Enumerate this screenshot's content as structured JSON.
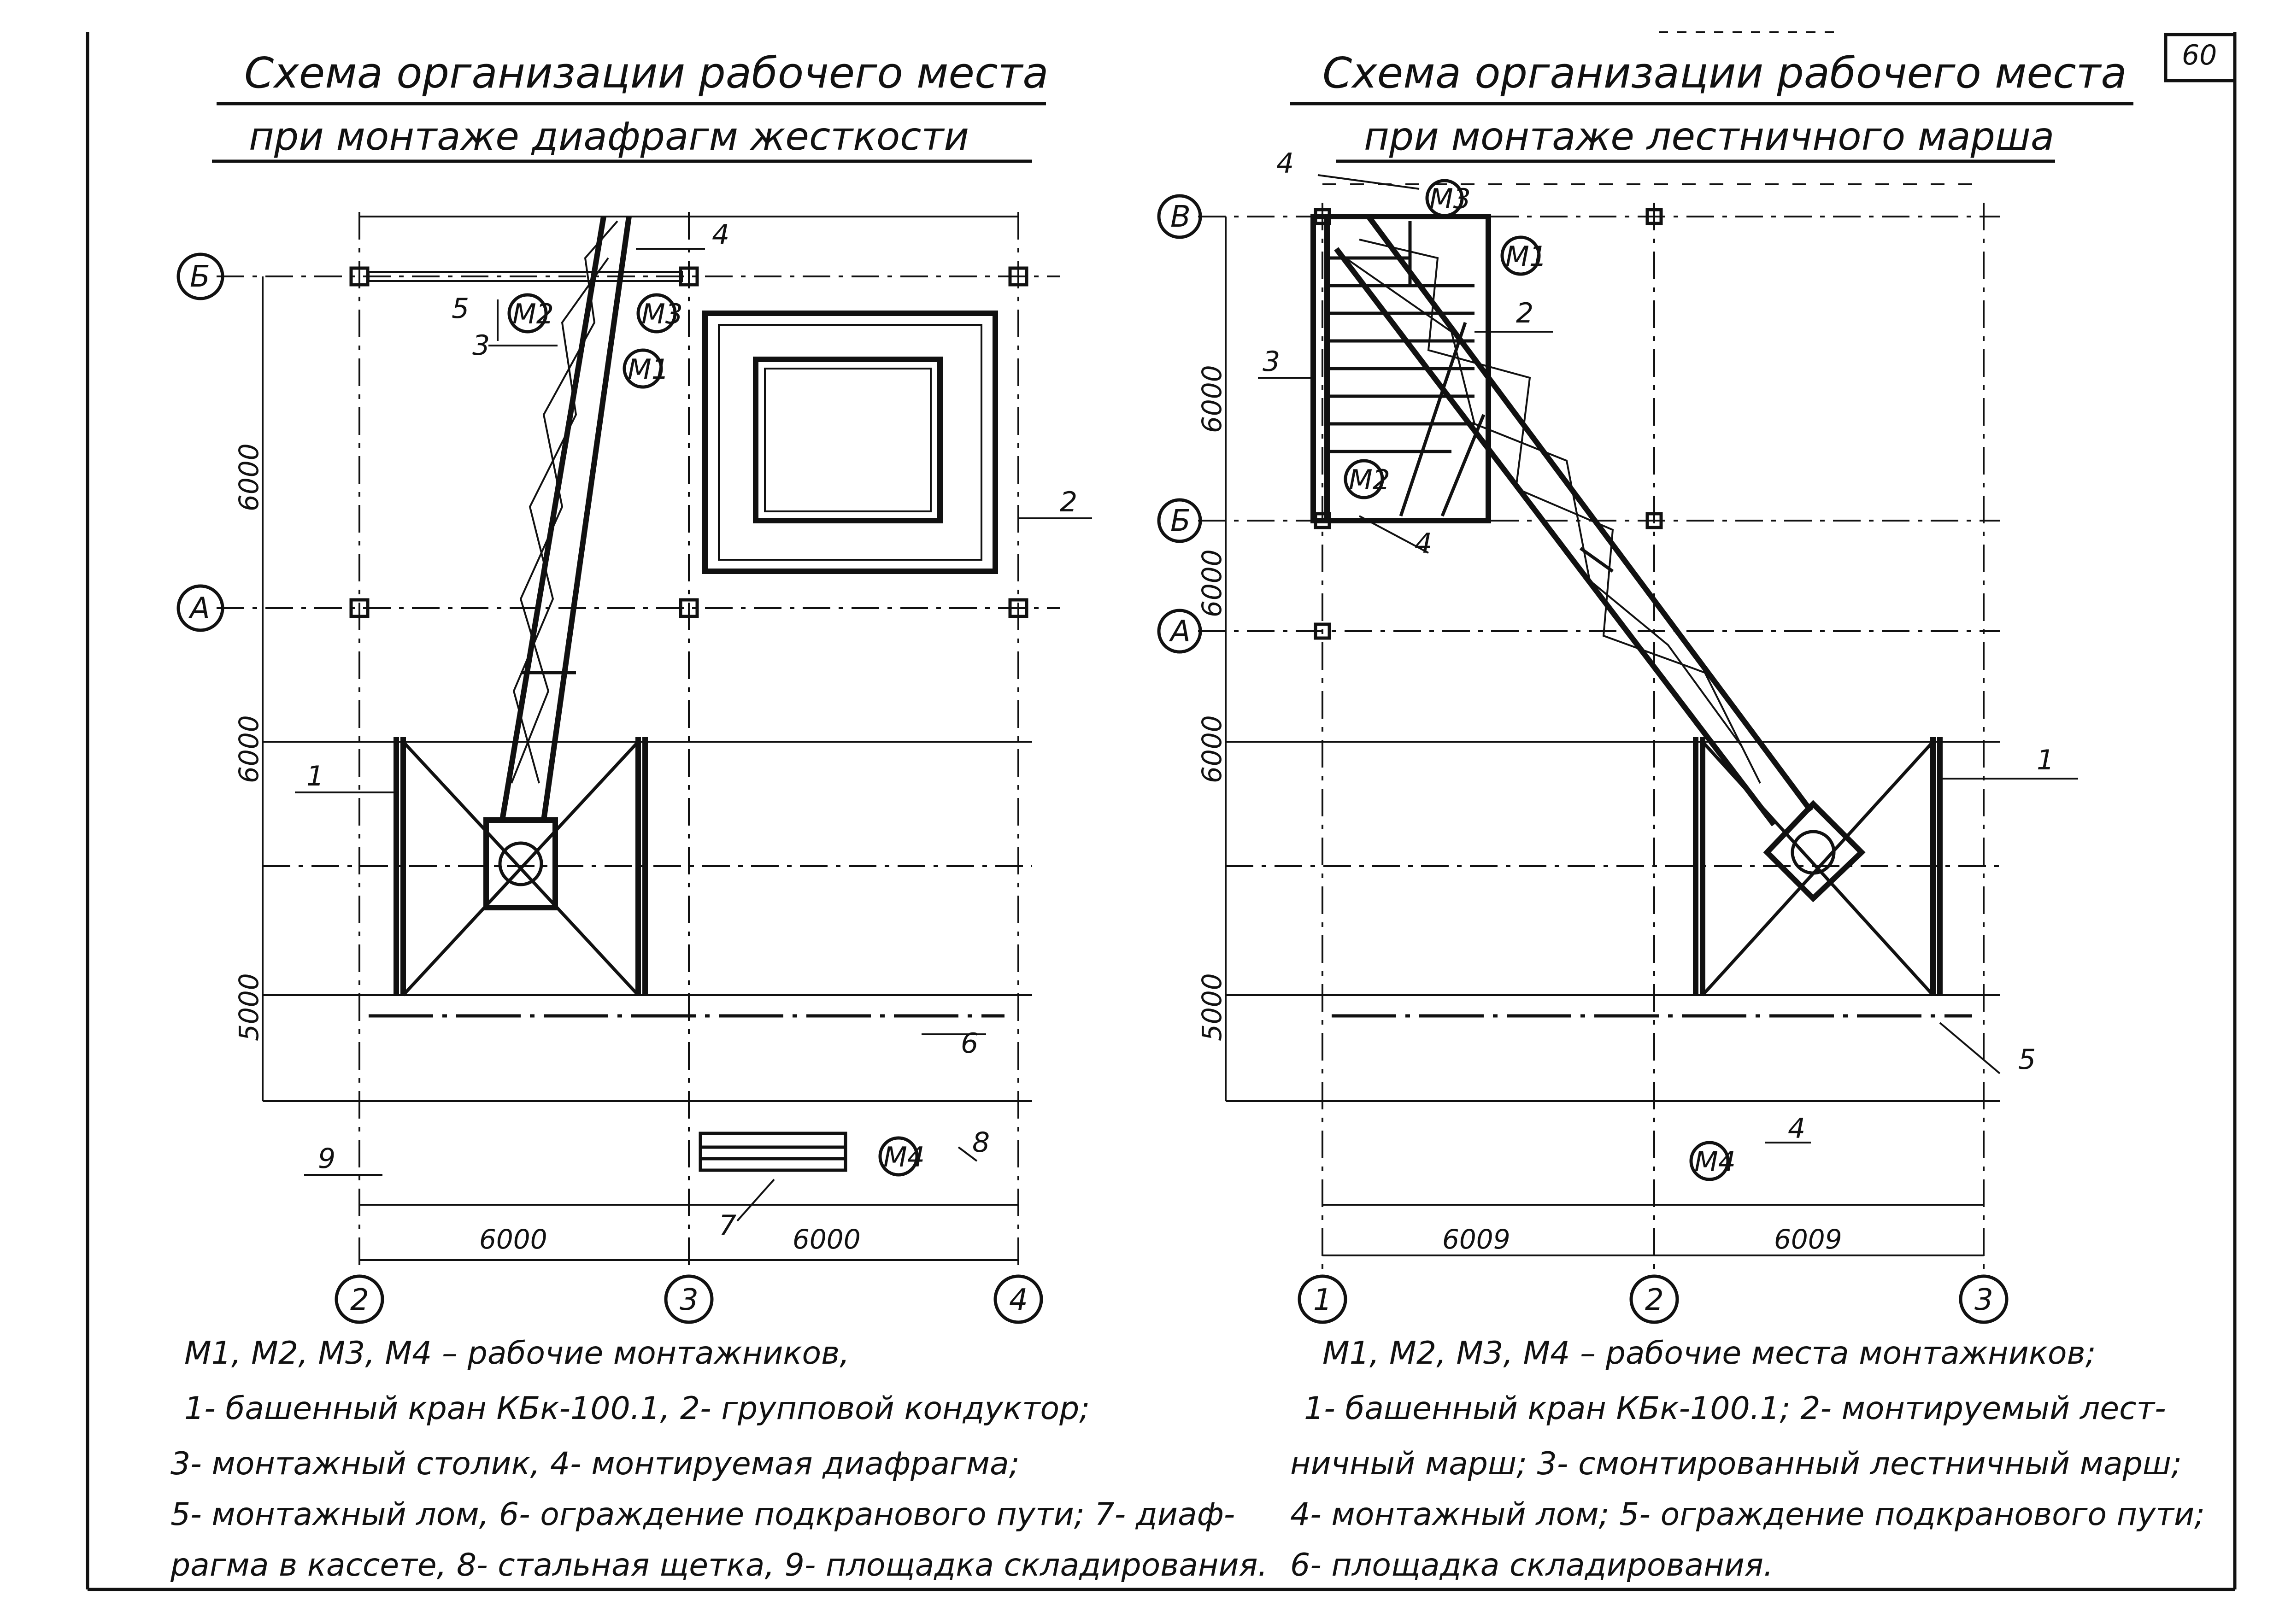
{
  "page_number": "60",
  "left": {
    "title_line1": "Схема организации рабочего места",
    "title_line2": "при монтаже диафрагм жесткости",
    "axes_rows": [
      "Б",
      "А"
    ],
    "axes_cols": [
      "2",
      "3",
      "4"
    ],
    "dims_vertical": [
      "6000",
      "6000",
      "5000"
    ],
    "dims_horizontal": [
      "6000",
      "6000"
    ],
    "workers": [
      "М2",
      "М3",
      "М1",
      "М4"
    ],
    "callouts": [
      "1",
      "2",
      "3",
      "4",
      "5",
      "6",
      "7",
      "8",
      "9"
    ],
    "legend": [
      "М1, М2, М3, М4 – рабочие монтажников,",
      "1- башенный кран КБк-100.1, 2- групповой кондуктор;",
      "3- монтажный столик, 4- монтируемая диафрагма;",
      "5- монтажный лом, 6- ограждение подкранового пути; 7- диаф-",
      "рагма в кассете, 8- стальная щетка, 9- площадка складирования."
    ]
  },
  "right": {
    "title_line1": "Схема организации рабочего места",
    "title_line2": "при монтаже лестничного марша",
    "axes_rows": [
      "В",
      "Б",
      "А"
    ],
    "axes_cols": [
      "1",
      "2",
      "3"
    ],
    "dims_vertical": [
      "6000",
      "6000",
      "6000",
      "5000"
    ],
    "dims_horizontal": [
      "6009",
      "6009"
    ],
    "workers": [
      "М3",
      "М1",
      "М2",
      "М4"
    ],
    "callouts": [
      "1",
      "2",
      "3",
      "4",
      "4",
      "4",
      "5"
    ],
    "legend": [
      "М1, М2, М3, М4 – рабочие места монтажников;",
      "1- башенный кран КБк-100.1; 2- монтируемый лест-",
      "ничный марш; 3- смонтированный лестничный марш;",
      "4- монтажный лом; 5- ограждение подкранового пути;",
      "6- площадка складирования."
    ]
  }
}
